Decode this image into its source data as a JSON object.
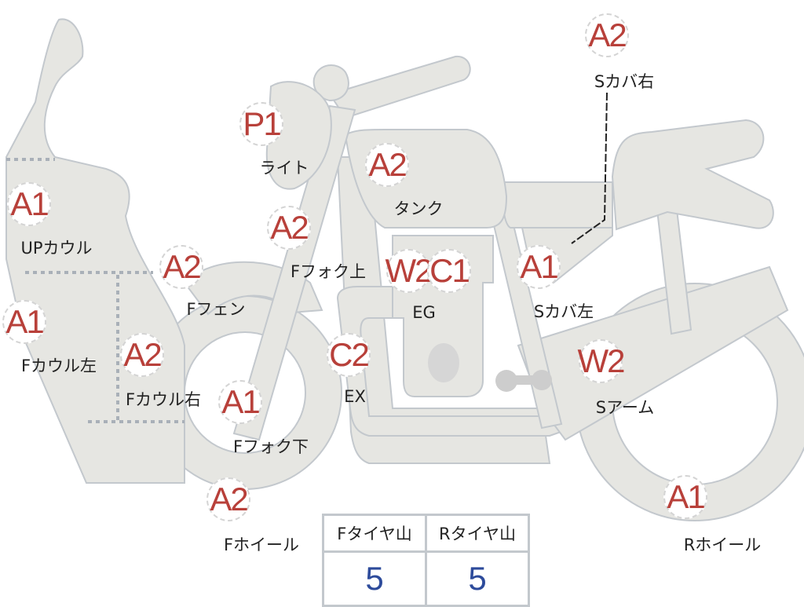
{
  "parts": [
    {
      "code": "A2",
      "label": "Sカバ右"
    },
    {
      "code": "P1",
      "label": "ライト"
    },
    {
      "code": "A2",
      "label": "タンク"
    },
    {
      "code": "A1",
      "label": "UPカウル"
    },
    {
      "code": "A2",
      "label": "Fフォク上"
    },
    {
      "code": "A2",
      "label": "Fフェン"
    },
    {
      "code": "W2",
      "code2": "C1",
      "label": "EG"
    },
    {
      "code": "A1",
      "label": "Sカバ左"
    },
    {
      "code": "A1",
      "label": "Fカウル左"
    },
    {
      "code": "A2",
      "label": "Fカウル右"
    },
    {
      "code": "C2",
      "label": "EX"
    },
    {
      "code": "W2",
      "label": "Sアーム"
    },
    {
      "code": "A1",
      "label": "Fフォク下"
    },
    {
      "code": "A2",
      "label": "Fホイール"
    },
    {
      "code": "A1",
      "label": "Rホイール"
    }
  ],
  "tires": {
    "front_label": "Fタイヤ山",
    "front_value": "5",
    "rear_label": "Rタイヤ山",
    "rear_value": "5"
  },
  "colors": {
    "code": "#b8403a",
    "value": "#2d4b9b",
    "part": "#e6e6e2"
  }
}
